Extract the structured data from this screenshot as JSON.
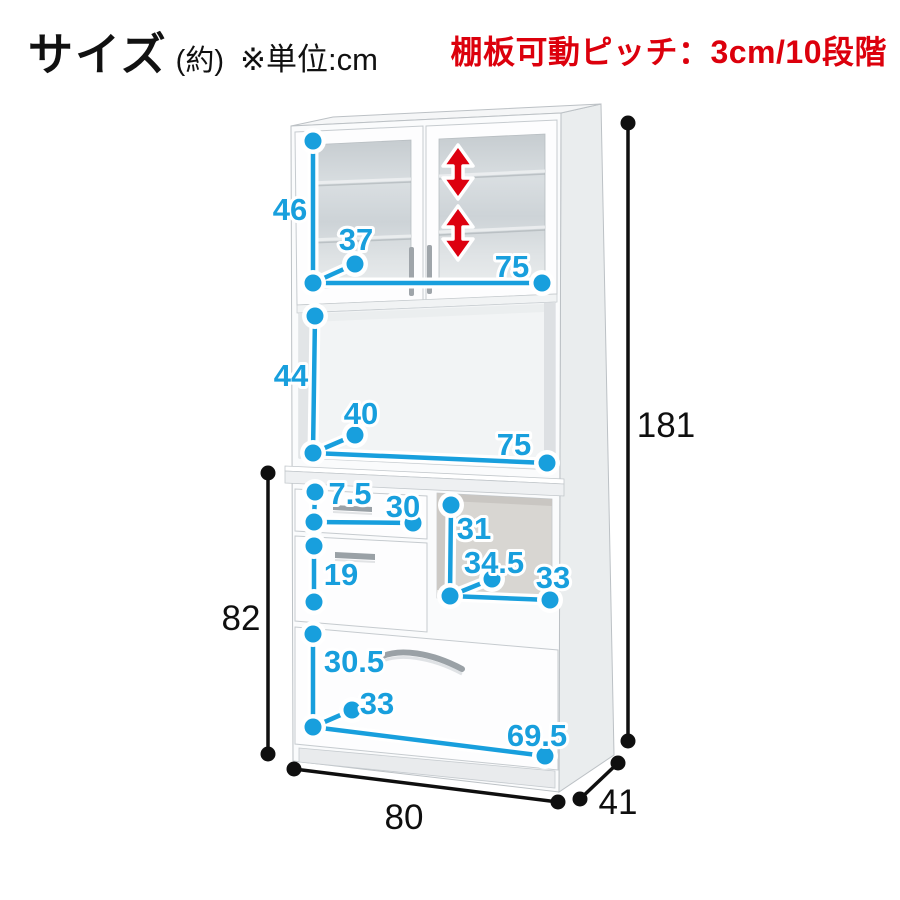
{
  "header": {
    "title": "サイズ",
    "title_note": "(約)",
    "unit_note": "※単位:cm",
    "pitch_note": "棚板可動ピッチ：3cm/10段階"
  },
  "unit": "cm",
  "dimensions": {
    "overall": {
      "height": "181",
      "width": "80",
      "depth": "41",
      "lower_section_height": "82"
    },
    "upper_cabinet": {
      "inner_height": "46",
      "inner_depth": "37",
      "inner_width": "75"
    },
    "open_shelf": {
      "inner_height": "44",
      "inner_depth": "40",
      "inner_width": "75"
    },
    "small_drawer": {
      "inner_height": "7.5",
      "inner_width": "30"
    },
    "middle_drawer": {
      "inner_height": "19"
    },
    "niche": {
      "inner_height": "31",
      "inner_depth": "34.5",
      "inner_width": "33"
    },
    "bottom_drawer": {
      "inner_height": "30.5",
      "inner_depth": "33",
      "inner_width": "69.5"
    }
  },
  "colors": {
    "dimension_accent": "#189fdd",
    "note_red": "#dc000c",
    "line_black": "#0f0f0f"
  }
}
